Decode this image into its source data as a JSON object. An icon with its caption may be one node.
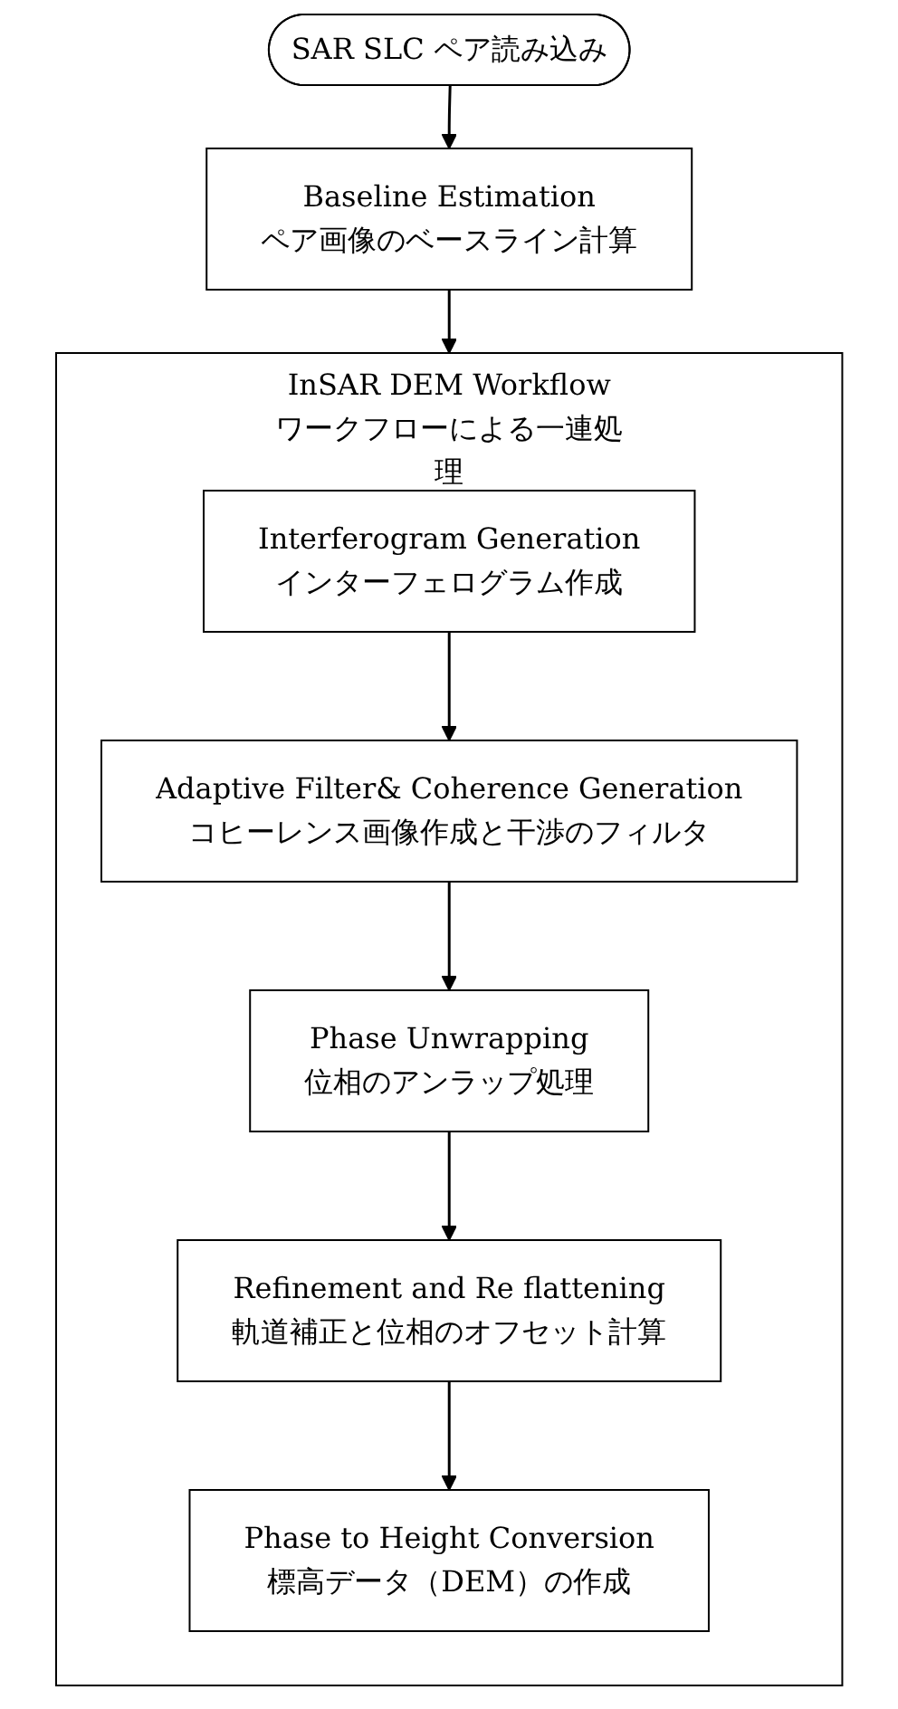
{
  "diagram": {
    "nodes": [
      {
        "text": [
          "SAR SLC ペア読み込み"
        ]
      },
      {
        "text": [
          "Baseline Estimation",
          "ペア画像のベースライン計算"
        ]
      },
      {
        "text": [
          "InSAR DEM Workflow",
          "ワークフローによる一連処理"
        ]
      },
      {
        "text": [
          "Interferogram Generation",
          "インターフェログラム作成"
        ],
        "in": 2
      },
      {
        "text": [
          "Adaptive Filter& Coherence Generation",
          "コヒーレンス画像作成と干渉のフィルタ"
        ],
        "in": 2
      },
      {
        "text": [
          "Phase Unwrapping",
          "位相のアンラップ処理"
        ],
        "in": 2
      },
      {
        "text": [
          "Refinement and Re flattening",
          "軌道補正と位相のオフセット計算"
        ],
        "in": 2
      },
      {
        "text": [
          "Phase to Height Conversion",
          "標高データ（DEM）の作成"
        ],
        "in": 2
      }
    ],
    "edges": [
      {
        "from": 0,
        "to": 1,
        "arrow": "to"
      },
      {
        "from": 1,
        "to": 2,
        "arrow": "to"
      },
      {
        "from": 3,
        "to": 4,
        "arrow": "to"
      },
      {
        "from": 4,
        "to": 5,
        "arrow": "to"
      },
      {
        "from": 5,
        "to": 6,
        "arrow": "to"
      },
      {
        "from": 6,
        "to": 7,
        "arrow": "to"
      }
    ]
  }
}
